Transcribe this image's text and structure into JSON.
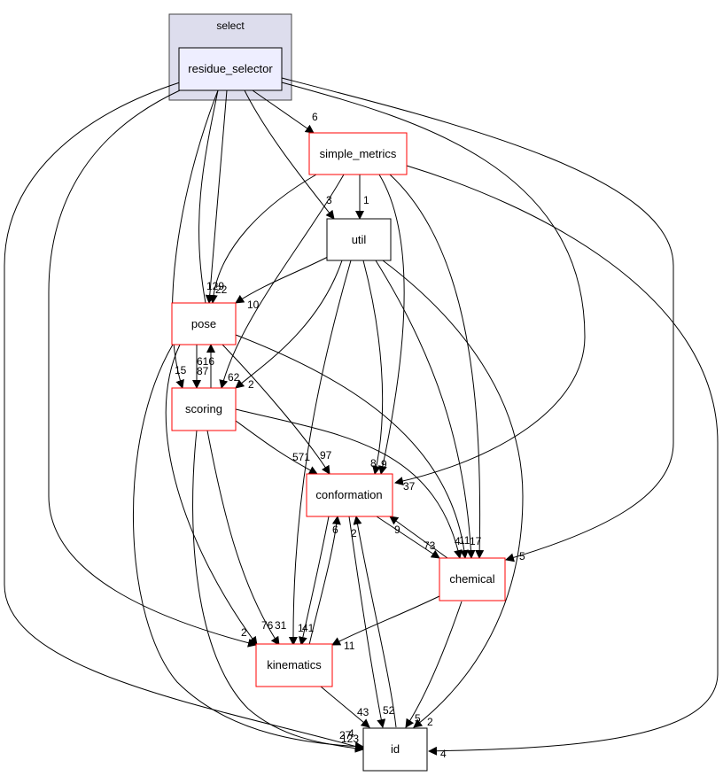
{
  "diagram": {
    "type": "directory-dependency-graph",
    "cluster": {
      "label": "select",
      "fill": "#dddded",
      "border": "#444444"
    },
    "colors": {
      "focus_fill": "#eeeeff",
      "node_border_red": "#ff0000",
      "node_border_black": "#000000",
      "edge": "#000000"
    },
    "nodes": {
      "residue_selector": {
        "label": "residue_selector"
      },
      "simple_metrics": {
        "label": "simple_metrics"
      },
      "util": {
        "label": "util"
      },
      "pose": {
        "label": "pose"
      },
      "scoring": {
        "label": "scoring"
      },
      "conformation": {
        "label": "conformation"
      },
      "chemical": {
        "label": "chemical"
      },
      "kinematics": {
        "label": "kinematics"
      },
      "id": {
        "label": "id"
      }
    },
    "edges": [
      {
        "from": "residue_selector",
        "to": "simple_metrics",
        "label": "6"
      },
      {
        "from": "residue_selector",
        "to": "util",
        "label": "3"
      },
      {
        "from": "residue_selector",
        "to": "pose",
        "label": "129"
      },
      {
        "from": "residue_selector",
        "to": "scoring",
        "label": "15"
      },
      {
        "from": "residue_selector",
        "to": "conformation",
        "label": "37"
      },
      {
        "from": "residue_selector",
        "to": "chemical",
        "label": "5"
      },
      {
        "from": "residue_selector",
        "to": "kinematics",
        "label": "2"
      },
      {
        "from": "residue_selector",
        "to": "id",
        "label": "27"
      },
      {
        "from": "simple_metrics",
        "to": "util",
        "label": "1"
      },
      {
        "from": "simple_metrics",
        "to": "pose",
        "label": "22"
      },
      {
        "from": "simple_metrics",
        "to": "scoring",
        "label": "62"
      },
      {
        "from": "simple_metrics",
        "to": "conformation",
        "label": "9"
      },
      {
        "from": "simple_metrics",
        "to": "chemical",
        "label": "17"
      },
      {
        "from": "simple_metrics",
        "to": "id",
        "label": "4"
      },
      {
        "from": "util",
        "to": "pose",
        "label": "10"
      },
      {
        "from": "util",
        "to": "scoring",
        "label": "2"
      },
      {
        "from": "util",
        "to": "conformation",
        "label": "8"
      },
      {
        "from": "util",
        "to": "chemical",
        "label": "11"
      },
      {
        "from": "util",
        "to": "kinematics",
        "label": "1"
      },
      {
        "from": "util",
        "to": "id",
        "label": "2"
      },
      {
        "from": "pose",
        "to": "scoring",
        "label": "87"
      },
      {
        "from": "scoring",
        "to": "pose",
        "label": "616"
      },
      {
        "from": "pose",
        "to": "conformation",
        "label": "97"
      },
      {
        "from": "pose",
        "to": "chemical",
        "label": "4"
      },
      {
        "from": "pose",
        "to": "kinematics",
        "label": "76"
      },
      {
        "from": "pose",
        "to": "id",
        "label": "4"
      },
      {
        "from": "scoring",
        "to": "conformation",
        "label": "571"
      },
      {
        "from": "scoring",
        "to": "chemical",
        "label": "11"
      },
      {
        "from": "scoring",
        "to": "kinematics",
        "label": "31"
      },
      {
        "from": "scoring",
        "to": "id",
        "label": "123"
      },
      {
        "from": "conformation",
        "to": "chemical",
        "label": "73"
      },
      {
        "from": "chemical",
        "to": "conformation",
        "label": "9"
      },
      {
        "from": "conformation",
        "to": "kinematics",
        "label": "41"
      },
      {
        "from": "kinematics",
        "to": "conformation",
        "label": "6"
      },
      {
        "from": "conformation",
        "to": "id",
        "label": "52"
      },
      {
        "from": "id",
        "to": "conformation",
        "label": "2"
      },
      {
        "from": "chemical",
        "to": "kinematics",
        "label": "11"
      },
      {
        "from": "chemical",
        "to": "id",
        "label": "5"
      },
      {
        "from": "kinematics",
        "to": "id",
        "label": "43"
      }
    ]
  }
}
